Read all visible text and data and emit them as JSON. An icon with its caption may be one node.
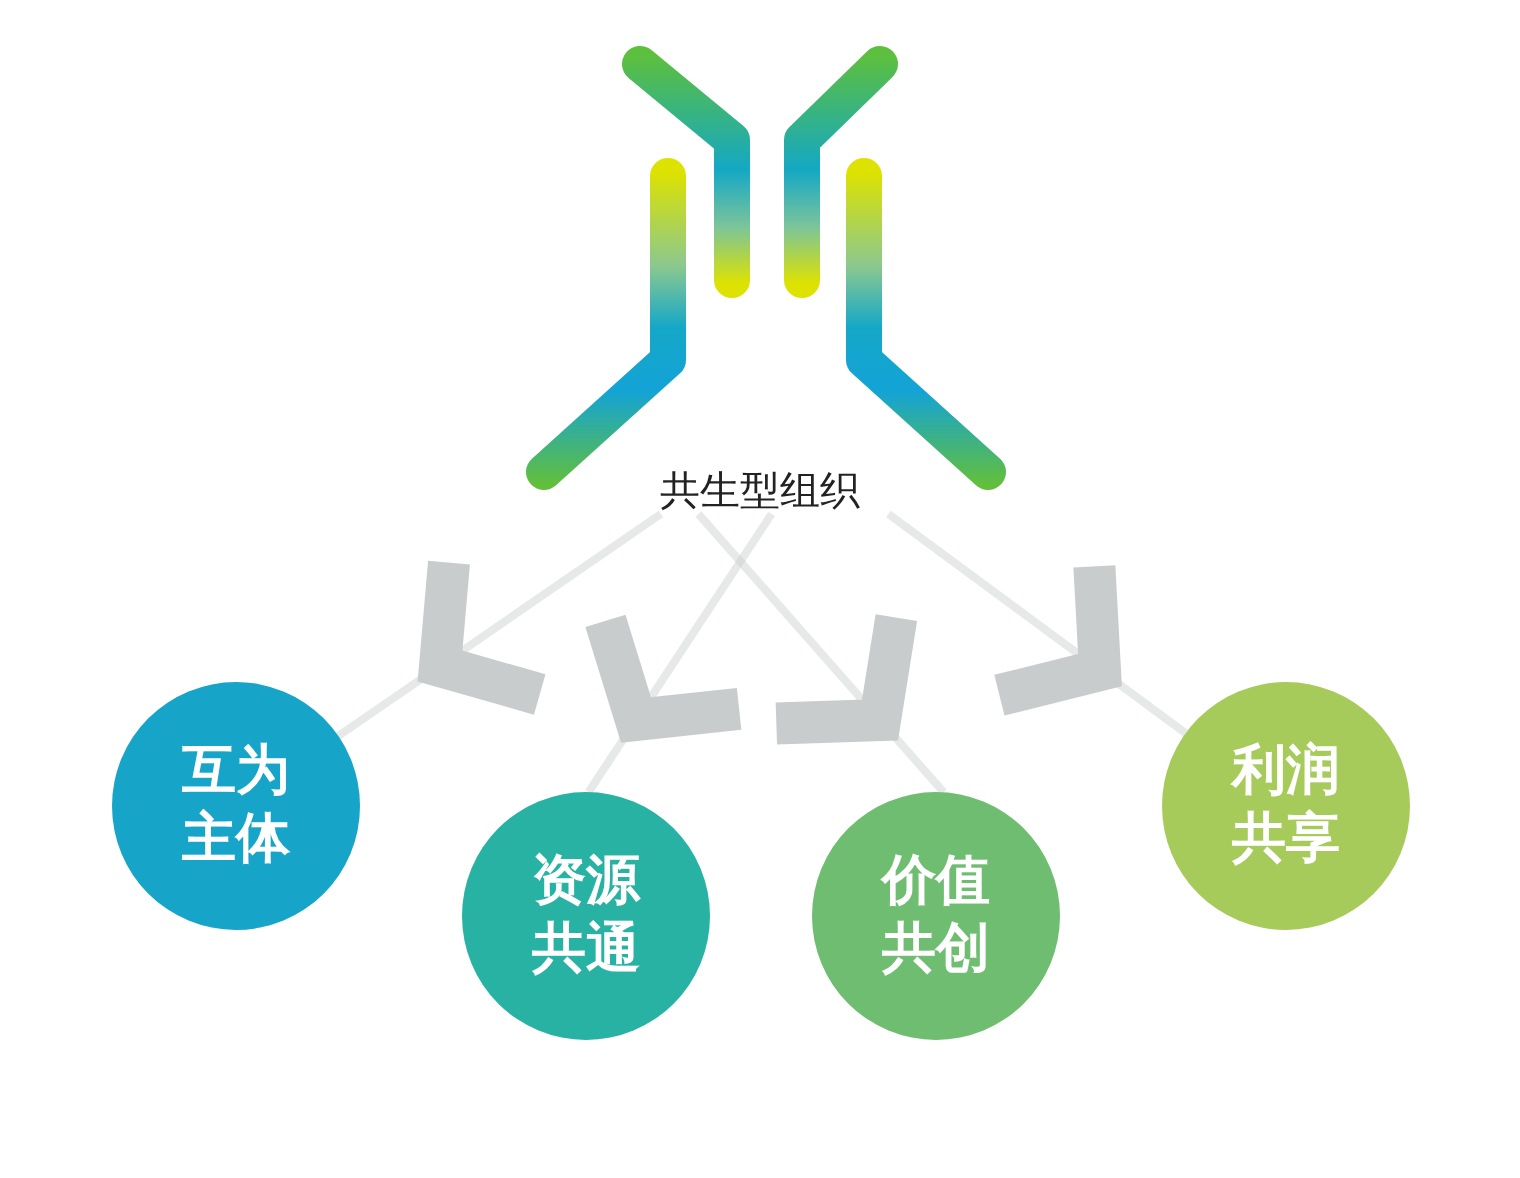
{
  "diagram": {
    "nodes": [
      {
        "text": [
          "共生型组织"
        ]
      },
      {
        "text": [
          "互为主体"
        ]
      },
      {
        "text": [
          "资源共通"
        ]
      },
      {
        "text": [
          "价值共创"
        ]
      },
      {
        "text": [
          "利润共享"
        ]
      }
    ],
    "edges": [
      {
        "from": 0,
        "to": 1,
        "arrow": "to"
      },
      {
        "from": 0,
        "to": 2,
        "arrow": "to"
      },
      {
        "from": 0,
        "to": 3,
        "arrow": "to"
      },
      {
        "from": 0,
        "to": 4,
        "arrow": "to"
      }
    ]
  }
}
